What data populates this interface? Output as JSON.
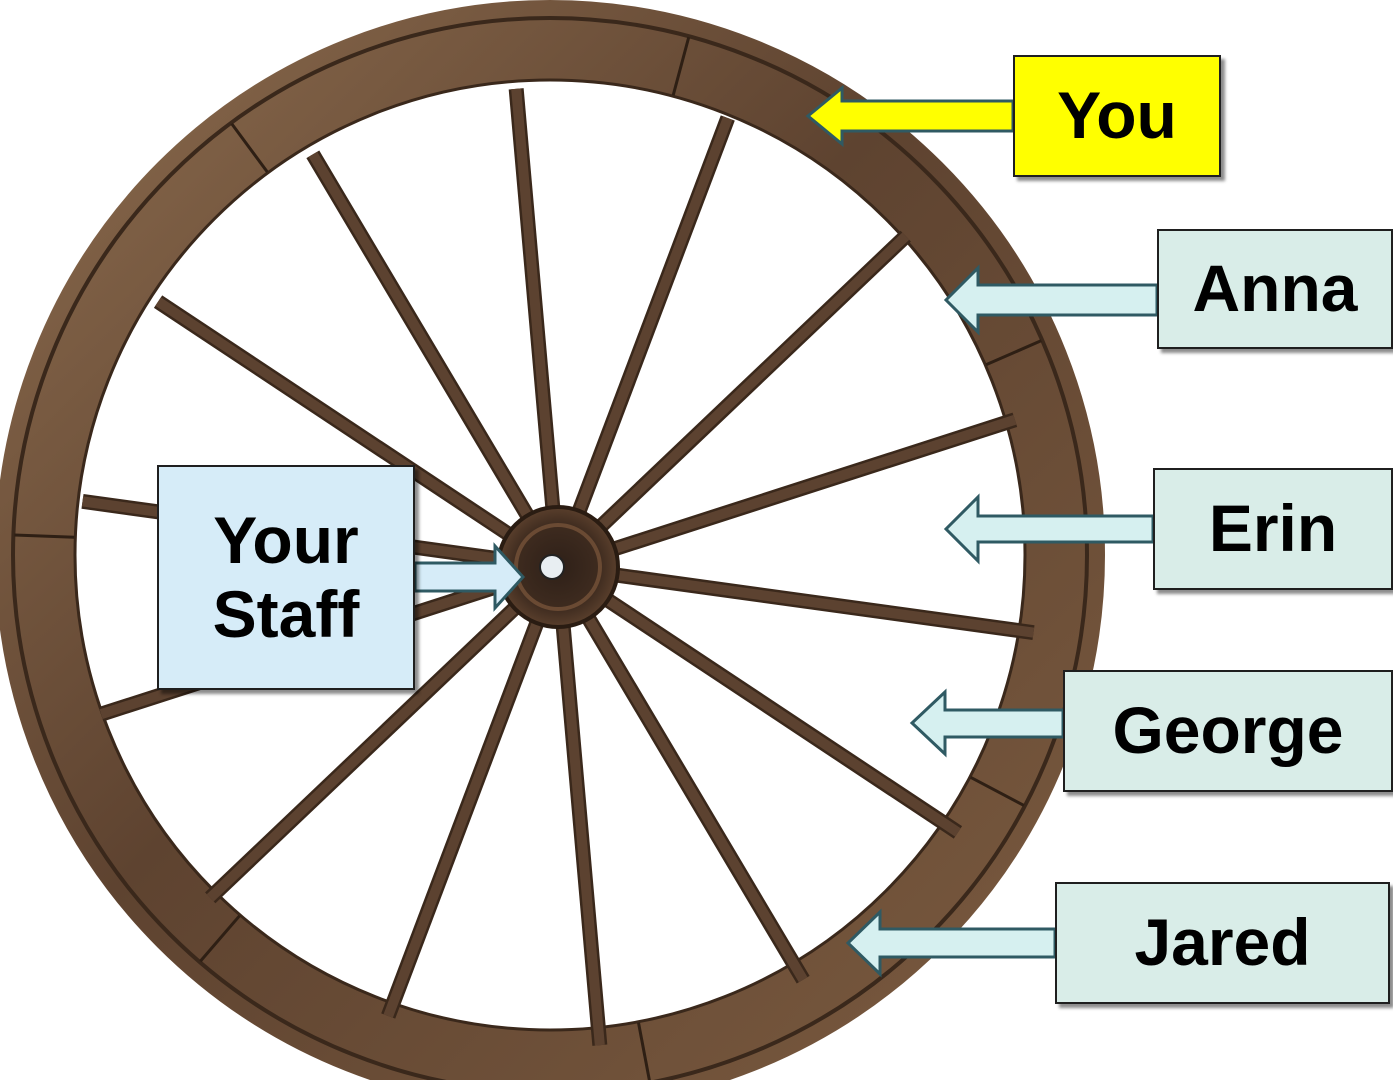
{
  "labels": {
    "you": "You",
    "anna": "Anna",
    "erin": "Erin",
    "george": "George",
    "jared": "Jared",
    "staff_line1": "Your",
    "staff_line2": "Staff"
  },
  "colors": {
    "you_fill": "#ffff00",
    "person_fill": "#d9ede8",
    "staff_fill": "#d6ecf8",
    "wood_dark": "#4a3424",
    "wood_mid": "#6b4c33",
    "wood_light": "#8a6a4d",
    "arrow_outline": "#2f5a63"
  },
  "icons": {
    "wheel": "wagon-wheel-icon",
    "arrow": "left-arrow-icon"
  }
}
